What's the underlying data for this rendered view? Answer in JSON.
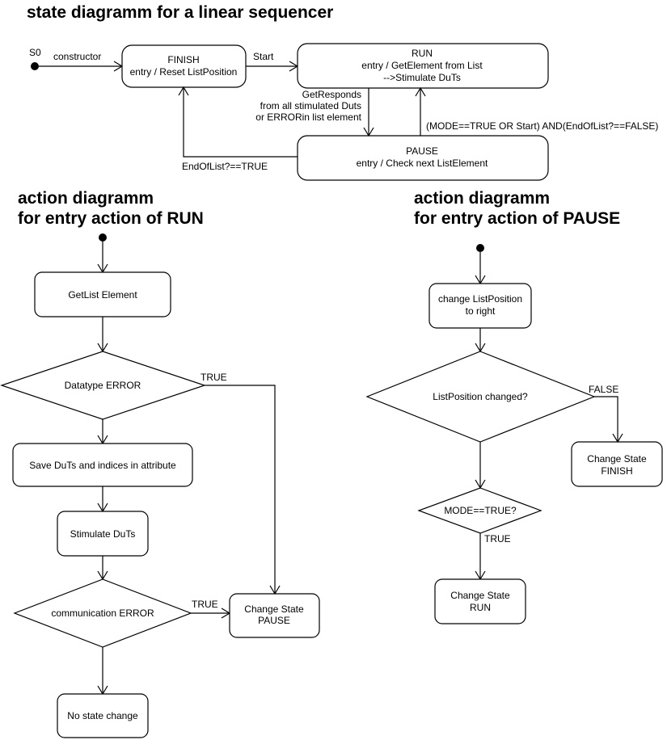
{
  "titles": {
    "state": "state diagramm for a linear sequencer",
    "run_line1": "action diagramm",
    "run_line2": "for entry action of RUN",
    "pause_line1": "action diagramm",
    "pause_line2": "for entry action of PAUSE"
  },
  "state_diagram": {
    "initial_label": "S0",
    "constructor_label": "constructor",
    "finish": {
      "line1": "FINISH",
      "line2": "entry / Reset ListPosition"
    },
    "run": {
      "line1": "RUN",
      "line2": "entry / GetElement from List",
      "line3": "-->Stimulate DuTs"
    },
    "pause": {
      "line1": "PAUSE",
      "line2": "entry / Check next ListElement"
    },
    "start_label": "Start",
    "responds_label": [
      "GetResponds",
      "from all stimulated Duts",
      "or ERRORin list element"
    ],
    "mode_label": "(MODE==TRUE OR Start) AND(EndOfList?==FALSE)",
    "endoflist_label": "EndOfList?==TRUE"
  },
  "run_action": {
    "get_list_element": "GetList Element",
    "datatype_error": "Datatype ERROR",
    "true_label_1": "TRUE",
    "save_duts": "Save DuTs and indices in attribute",
    "stimulate_duts": "Stimulate DuTs",
    "communication_error": "communication ERROR",
    "true_label_2": "TRUE",
    "change_state_pause": [
      "Change State",
      "PAUSE"
    ],
    "no_state_change": "No state change"
  },
  "pause_action": {
    "change_list_position": [
      "change ListPosition",
      "to right"
    ],
    "list_position_changed": "ListPosition changed?",
    "false_label": "FALSE",
    "change_state_finish": [
      "Change State",
      "FINISH"
    ],
    "mode_true": "MODE==TRUE?",
    "true_label": "TRUE",
    "change_state_run": [
      "Change State",
      "RUN"
    ]
  }
}
